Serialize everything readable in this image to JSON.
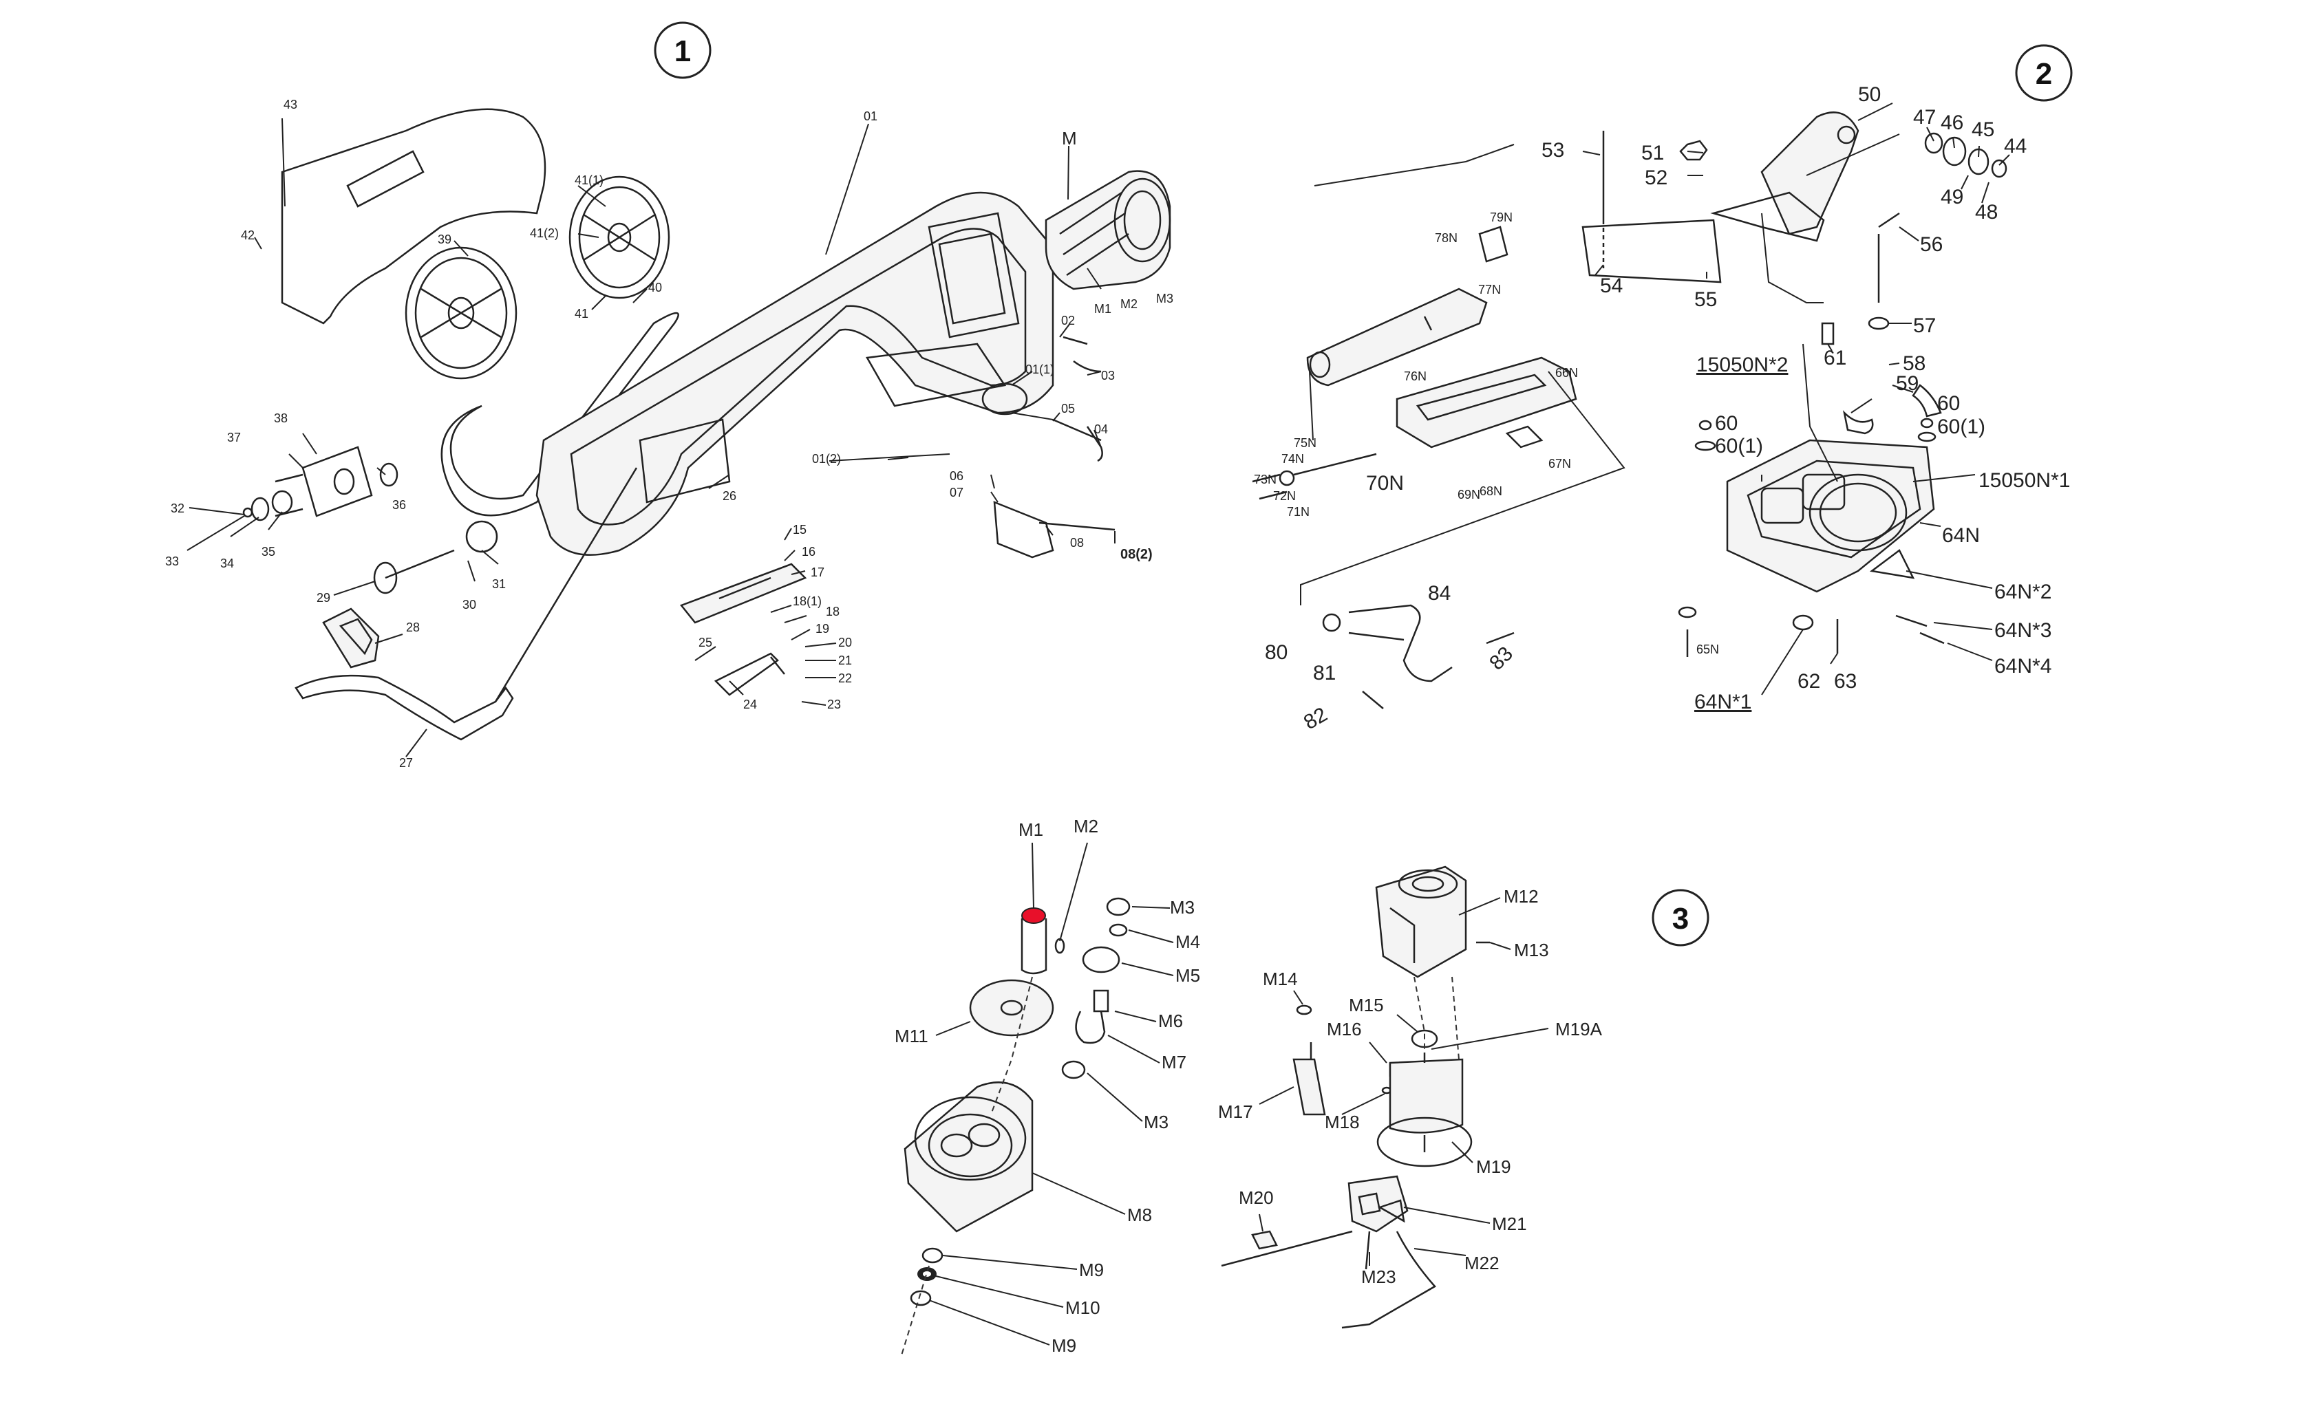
{
  "sections": [
    {
      "id": "1",
      "label": "1"
    },
    {
      "id": "2",
      "label": "2"
    },
    {
      "id": "3",
      "label": "3"
    }
  ],
  "section1_labels": [
    "43",
    "42",
    "39",
    "41(1)",
    "41(2)",
    "41",
    "40",
    "01",
    "M",
    "M1",
    "M2",
    "M3",
    "02",
    "03",
    "01(1)",
    "05",
    "04",
    "01(2)",
    "06",
    "07",
    "08",
    "08(2)",
    "26",
    "38",
    "37",
    "36",
    "32",
    "33",
    "34",
    "35",
    "31",
    "29",
    "30",
    "15",
    "16",
    "17",
    "18(1)",
    "18",
    "19",
    "20",
    "21",
    "22",
    "23",
    "24",
    "25",
    "28",
    "27"
  ],
  "section2_labels": [
    "50",
    "47",
    "46",
    "45",
    "44",
    "49",
    "48",
    "51",
    "52",
    "53",
    "54",
    "55",
    "56",
    "57",
    "61",
    "58",
    "59",
    "60",
    "60(1)",
    "15050N*2",
    "15050N*1",
    "64N",
    "64N*2",
    "64N*3",
    "64N*4",
    "64N*1",
    "62",
    "63",
    "65N",
    "79N",
    "78N",
    "77N",
    "76N",
    "66N",
    "67N",
    "68N",
    "69N",
    "70N",
    "75N",
    "74N",
    "73N",
    "72N",
    "71N",
    "84",
    "80",
    "81",
    "83",
    "82"
  ],
  "section3_labels": [
    "M1",
    "M2",
    "M3",
    "M4",
    "M5",
    "M6",
    "M7",
    "M3",
    "M8",
    "M9",
    "M10",
    "M9",
    "M11",
    "M12",
    "M13",
    "M14",
    "M15",
    "M16",
    "M19A",
    "M17",
    "M18",
    "M19",
    "M20",
    "M21",
    "M22",
    "M23"
  ],
  "highlight": {
    "part": "M1",
    "color": "#e8102a"
  },
  "colors": {
    "line": "#222222",
    "leader_blue": "#3a4bd8",
    "accent_red": "#e8102a"
  }
}
